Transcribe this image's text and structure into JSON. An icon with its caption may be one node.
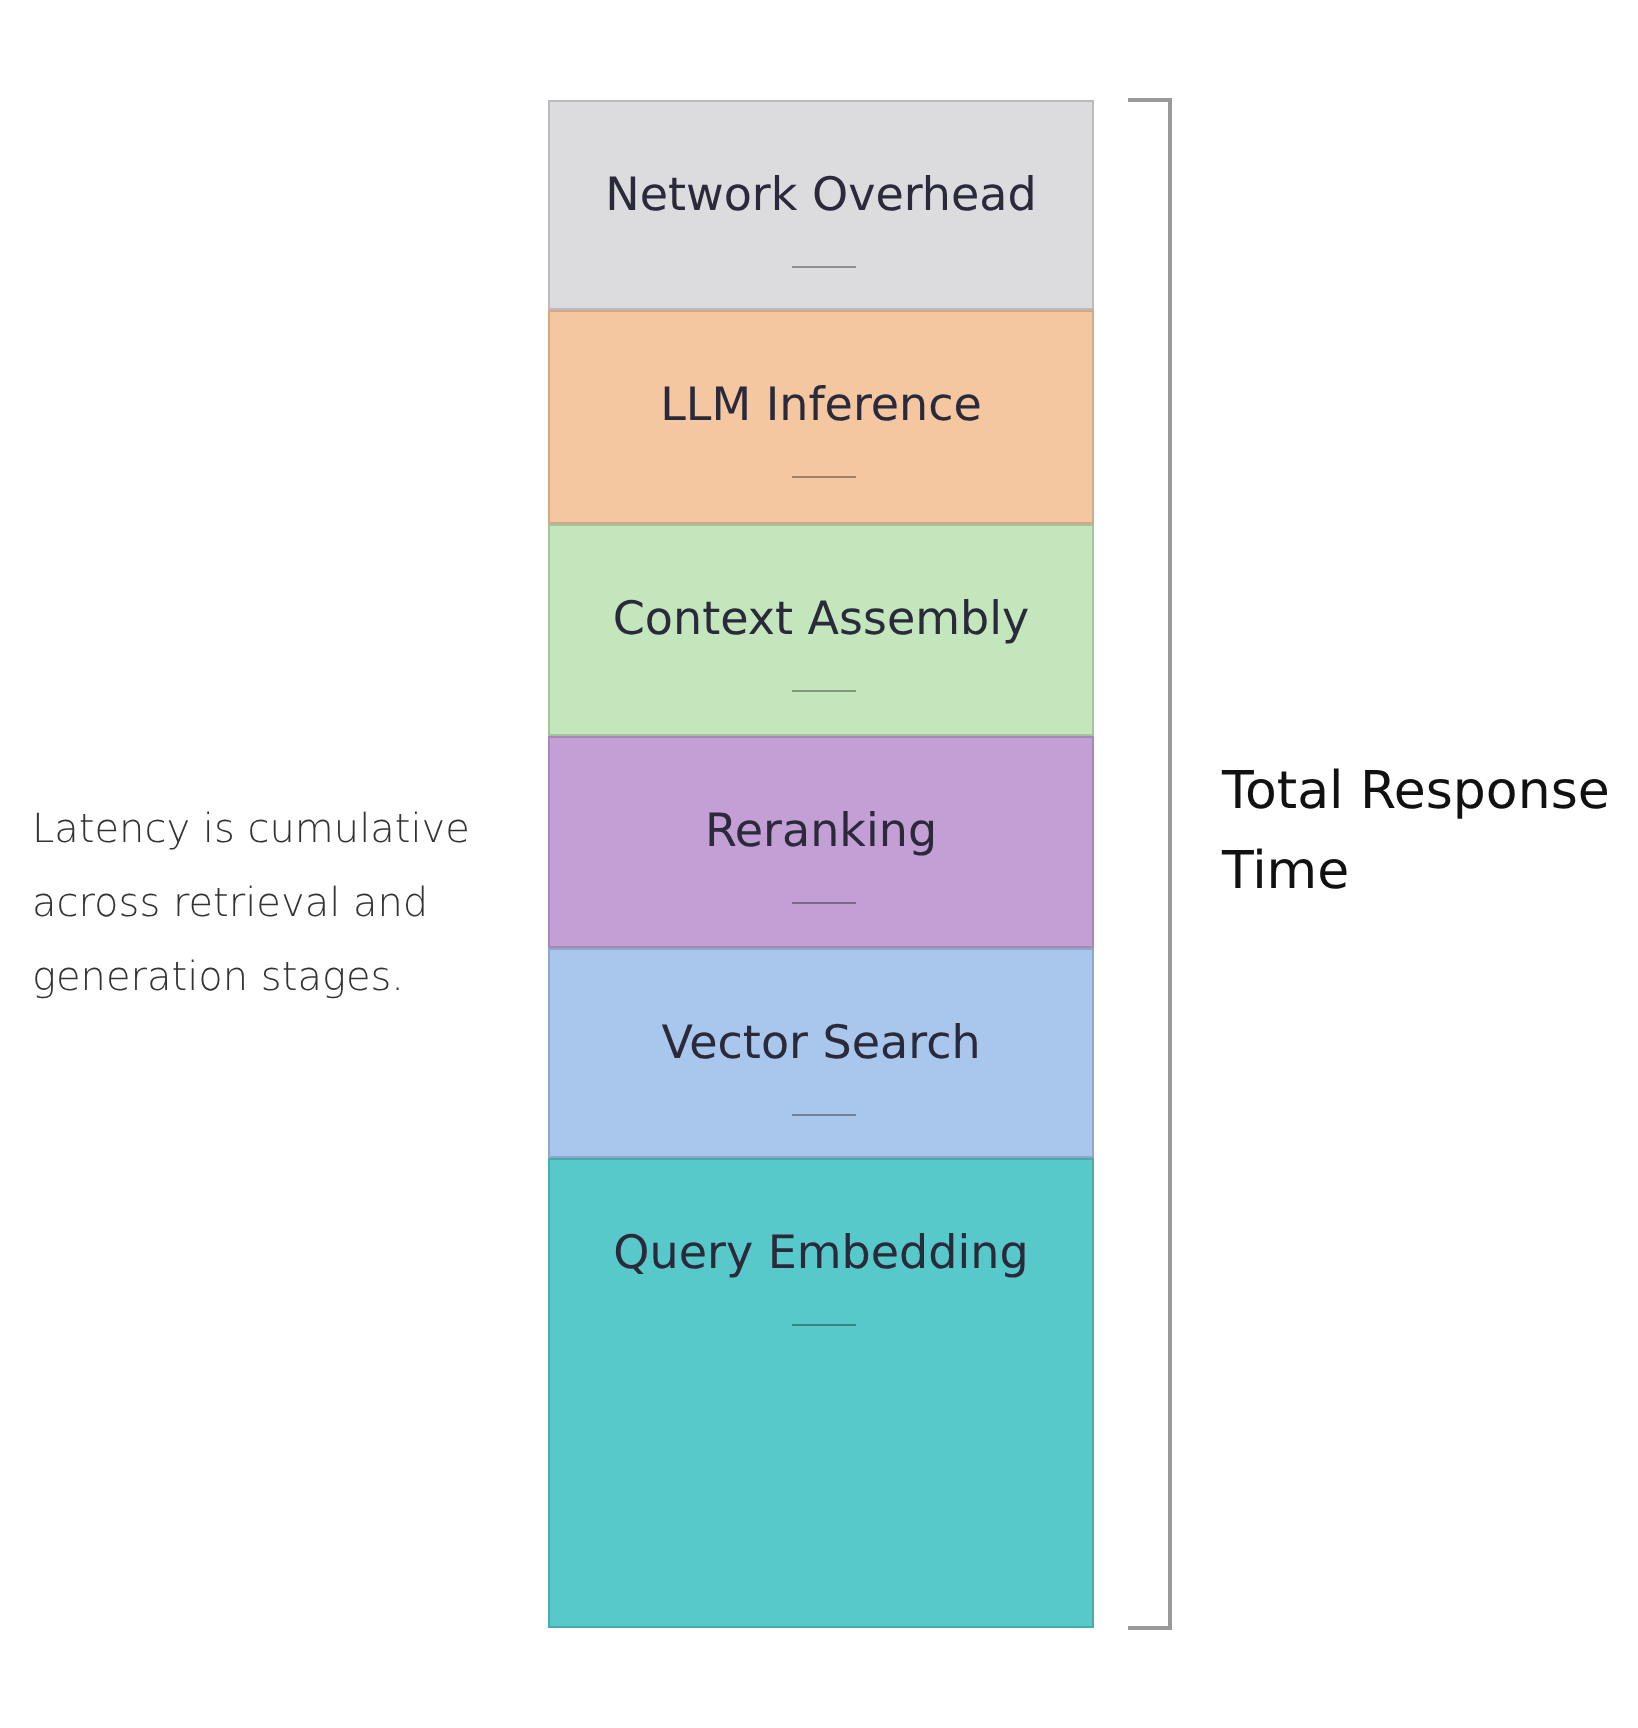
{
  "diagram": {
    "nodes": [
      {
        "text": [
          "Network Overhead"
        ]
      },
      {
        "text": [
          "LLM Inference"
        ]
      },
      {
        "text": [
          "Context Assembly"
        ]
      },
      {
        "text": [
          "Reranking"
        ]
      },
      {
        "text": [
          "Vector Search"
        ]
      },
      {
        "text": [
          "Query Embedding"
        ]
      }
    ],
    "labels": [
      "Latency is cumulative across retrieval and generation stages.",
      "Total Response Time"
    ]
  }
}
